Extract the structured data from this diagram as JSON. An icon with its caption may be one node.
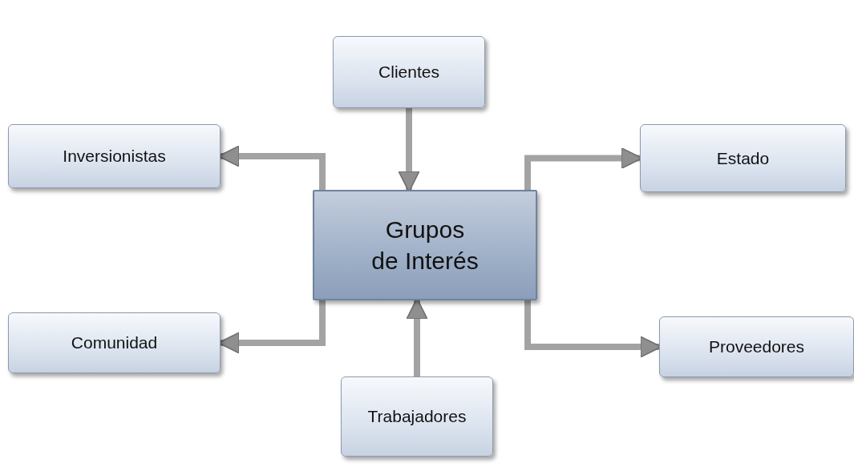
{
  "diagram": {
    "nodes": [
      {
        "text": [
          "Clientes"
        ]
      },
      {
        "text": [
          "Inversionistas"
        ]
      },
      {
        "text": [
          "Estado"
        ]
      },
      {
        "text": [
          "Grupos de Interés"
        ]
      },
      {
        "text": [
          "Comunidad"
        ]
      },
      {
        "text": [
          "Proveedores"
        ]
      },
      {
        "text": [
          "Trabajadores"
        ]
      }
    ],
    "edges": [
      {
        "from": 0,
        "to": 3,
        "arrow": "to"
      },
      {
        "from": 3,
        "to": 1,
        "arrow": "to"
      },
      {
        "from": 3,
        "to": 2,
        "arrow": "to"
      },
      {
        "from": 3,
        "to": 4,
        "arrow": "to"
      },
      {
        "from": 3,
        "to": 5,
        "arrow": "to"
      },
      {
        "from": 6,
        "to": 3,
        "arrow": "to"
      }
    ]
  }
}
